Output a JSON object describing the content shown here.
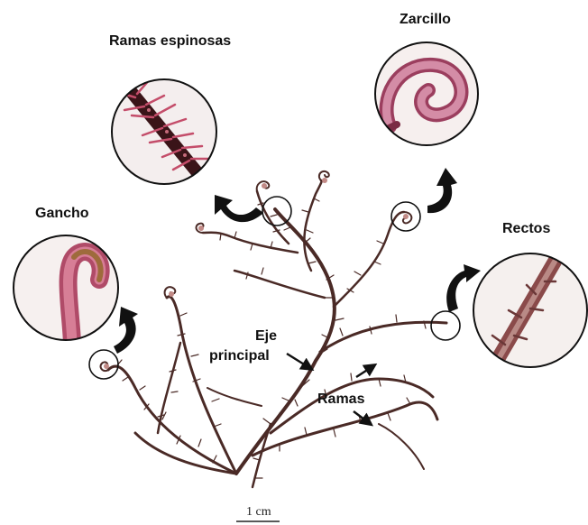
{
  "labels": {
    "spiny_branches": "Ramas espinosas",
    "tendril": "Zarcillo",
    "hook": "Gancho",
    "straight": "Rectos",
    "main_axis_line1": "Eje",
    "main_axis_line2": "principal",
    "branches": "Ramas"
  },
  "scale_bar": "1 cm",
  "colors": {
    "stem": "#4a2a26",
    "pink_tip": "#c26b80",
    "arrow": "#111111"
  }
}
